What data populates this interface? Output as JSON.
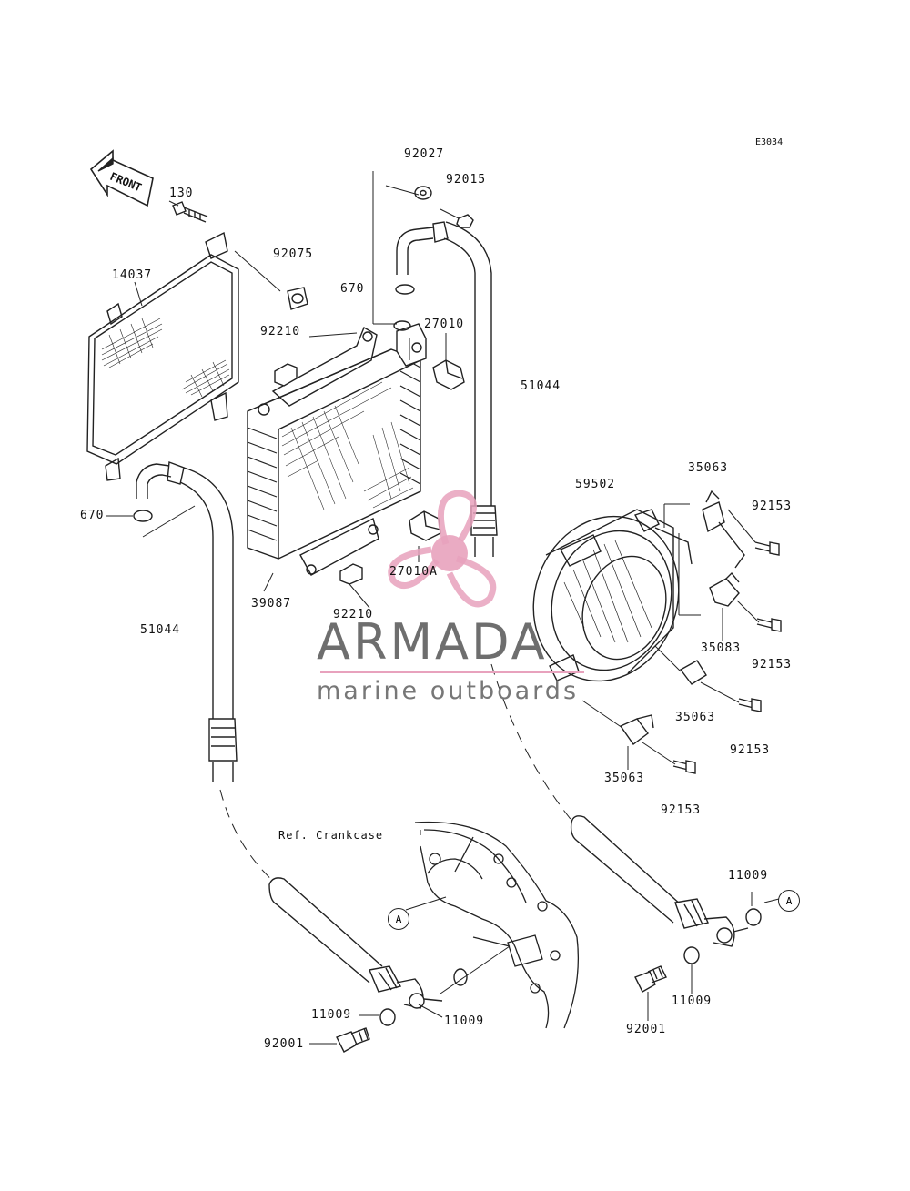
{
  "diagram_code": "E3034",
  "front_arrow_label": "FRONT",
  "parts": {
    "p130": "130",
    "p14037": "14037",
    "p92075": "92075",
    "p92210_top": "92210",
    "p92210_bottom": "92210",
    "p670_top": "670",
    "p670_left": "670",
    "p92027": "92027",
    "p92015": "92015",
    "p27010": "27010",
    "p27010A": "27010A",
    "p51044_right": "51044",
    "p51044_left": "51044",
    "p39087": "39087",
    "p59502": "59502",
    "p35063_top": "35063",
    "p35063_mid": "35063",
    "p35063_bottom": "35063",
    "p35083": "35083",
    "p92153_1": "92153",
    "p92153_2": "92153",
    "p92153_3": "92153",
    "p92153_4": "92153",
    "p11009_right_top": "11009",
    "p11009_right_bottom": "11009",
    "p11009_left_a": "11009",
    "p11009_left_b": "11009",
    "p92001_left": "92001",
    "p92001_right": "92001"
  },
  "reference_label": "Ref. Crankcase",
  "callout_a": "A",
  "watermark": {
    "title": "ARMADA",
    "subtitle": "marine outboards",
    "pink_color": "#e8a2bd",
    "gray_color": "#6e6e6e"
  }
}
